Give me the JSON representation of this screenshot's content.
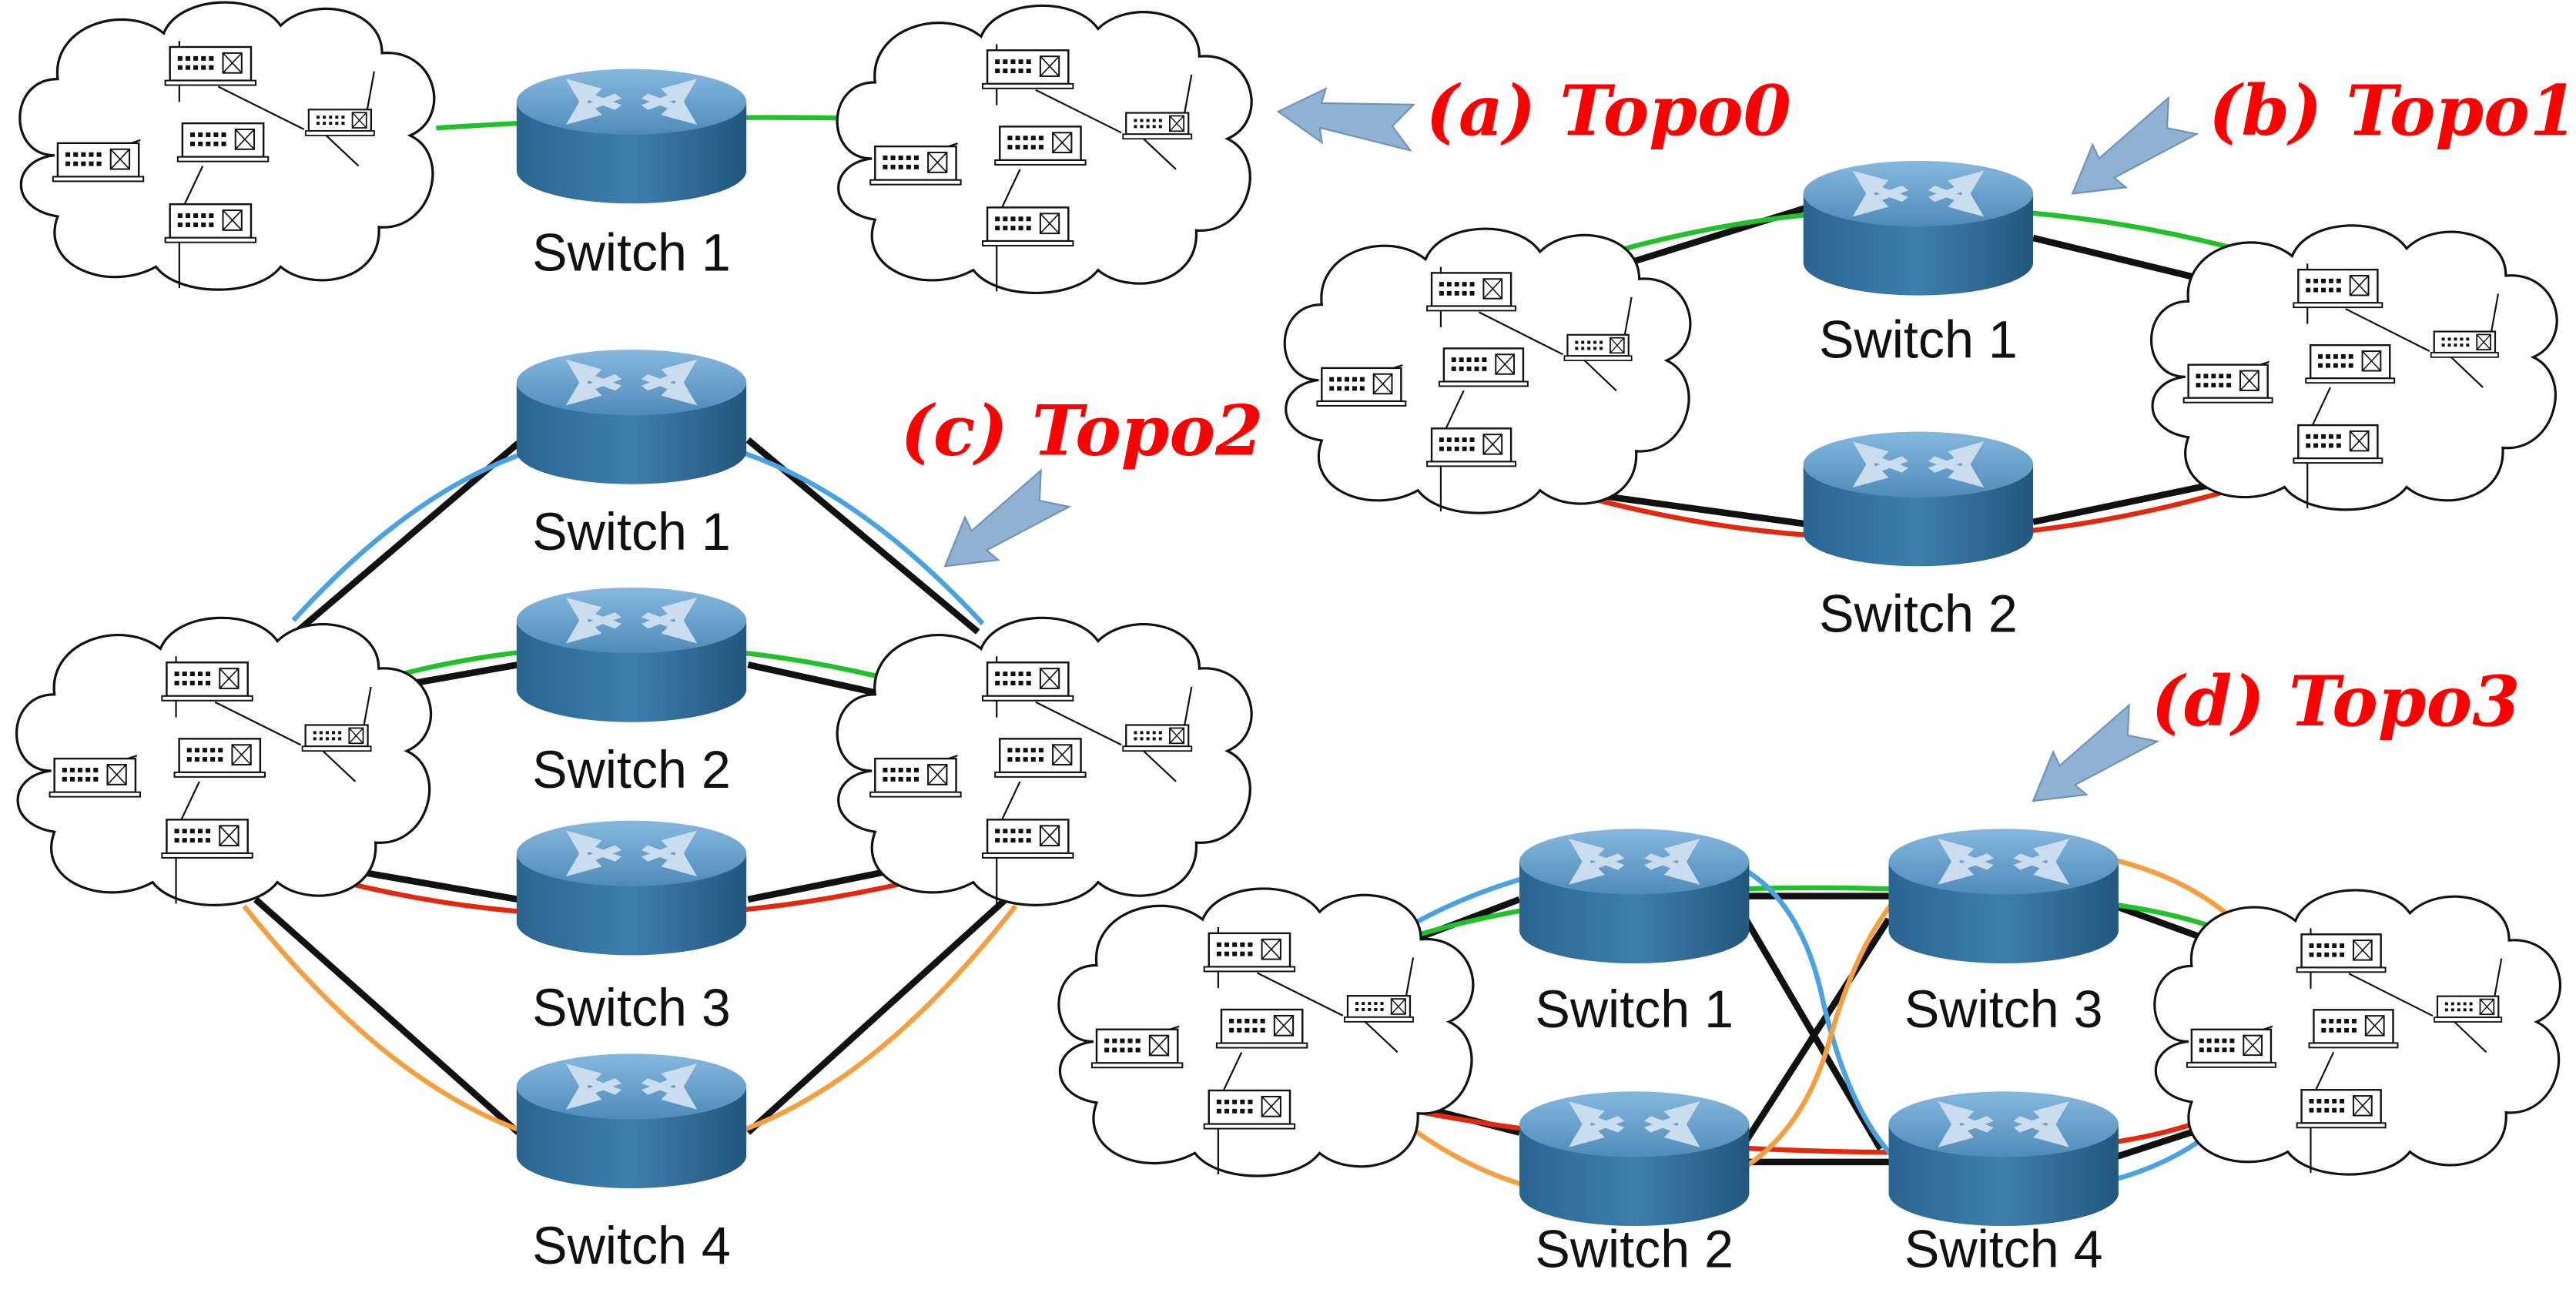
{
  "colors": {
    "title": "#ff0000",
    "arrow": "#8fb2d2",
    "link_black": "#111111",
    "link_green": "#22c02a",
    "link_red": "#e02a10",
    "link_blue": "#4aa3e0",
    "link_orange": "#f4a040",
    "switch_top": "#5b95c2",
    "switch_side": "#2f6d99"
  },
  "icons": {
    "switch": "router-icon",
    "cloud": "network-cloud-icon",
    "host": "ethernet-switch-icon"
  },
  "topologies": [
    {
      "id": "a",
      "title": "(a) Topo0",
      "switches": [
        "Switch 1"
      ]
    },
    {
      "id": "b",
      "title": "(b) Topo1",
      "switches": [
        "Switch 1",
        "Switch 2"
      ]
    },
    {
      "id": "c",
      "title": "(c) Topo2",
      "switches": [
        "Switch 1",
        "Switch 2",
        "Switch 3",
        "Switch 4"
      ]
    },
    {
      "id": "d",
      "title": "(d) Topo3",
      "switches": [
        "Switch 1",
        "Switch 3",
        "Switch 2",
        "Switch 4"
      ]
    }
  ]
}
